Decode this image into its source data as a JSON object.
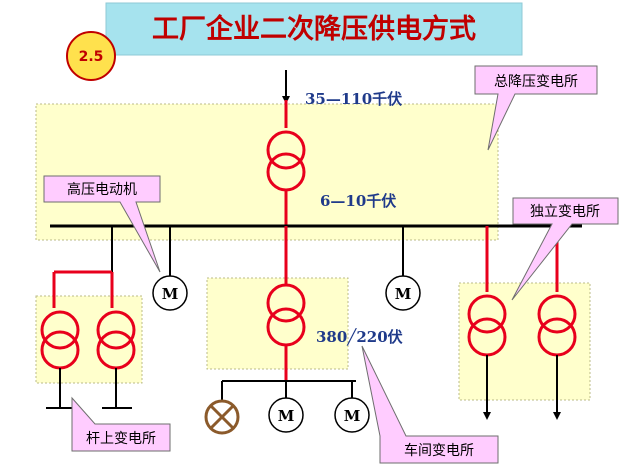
{
  "title": "工厂企业二次降压供电方式",
  "badge": "2.5",
  "voltages": {
    "input": "35—110千伏",
    "bus": "6—10千伏",
    "low": "380╱220伏"
  },
  "callouts": {
    "main_substation": "总降压变电所",
    "hv_motor": "高压电动机",
    "independent_substation": "独立变电所",
    "pole_substation": "杆上变电所",
    "workshop_substation": "车间变电所"
  },
  "motor_label": "M",
  "colors": {
    "title_background": "#A6E3EE",
    "title_text": "#C00000",
    "badge_fill": "#FFE14D",
    "substation_fill": "#FFFFCC",
    "callout_fill": "#FFCCFF",
    "transformer": "#E8001C",
    "voltage_text": "#1F3A8A",
    "wire": "#000000",
    "lamp": "#8B5A2B"
  },
  "icons": [
    "transformer-icon",
    "motor-icon",
    "lamp-icon",
    "arrow-down-icon"
  ]
}
